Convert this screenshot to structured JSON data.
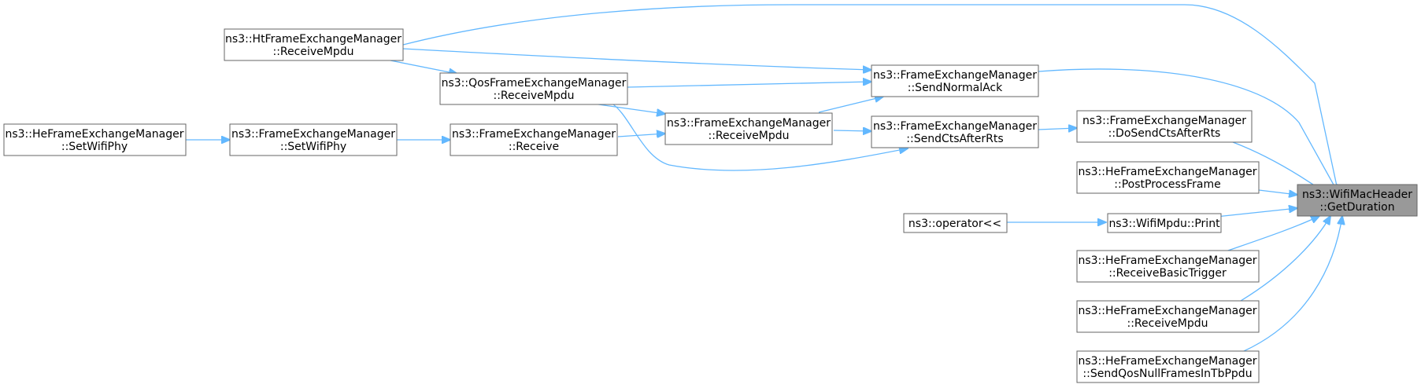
{
  "diagram": {
    "title": "",
    "nodes": {
      "get_duration": {
        "line1": "ns3::WifiMacHeader",
        "line2": "::GetDuration"
      },
      "ht_receive_mpdu": {
        "line1": "ns3::HtFrameExchangeManager",
        "line2": "::ReceiveMpdu"
      },
      "send_normal_ack": {
        "line1": "ns3::FrameExchangeManager",
        "line2": "::SendNormalAck"
      },
      "qos_receive_mpdu": {
        "line1": "ns3::QosFrameExchangeManager",
        "line2": "::ReceiveMpdu"
      },
      "fem_receive_mpdu": {
        "line1": "ns3::FrameExchangeManager",
        "line2": "::ReceiveMpdu"
      },
      "send_cts_after_rts": {
        "line1": "ns3::FrameExchangeManager",
        "line2": "::SendCtsAfterRts"
      },
      "do_send_cts_after_rts": {
        "line1": "ns3::FrameExchangeManager",
        "line2": "::DoSendCtsAfterRts"
      },
      "he_set_wifi_phy": {
        "line1": "ns3::HeFrameExchangeManager",
        "line2": "::SetWifiPhy"
      },
      "fem_set_wifi_phy": {
        "line1": "ns3::FrameExchangeManager",
        "line2": "::SetWifiPhy"
      },
      "fem_receive": {
        "line1": "ns3::FrameExchangeManager",
        "line2": "::Receive"
      },
      "he_post_process_frame": {
        "line1": "ns3::HeFrameExchangeManager",
        "line2": "::PostProcessFrame"
      },
      "operator_shift": {
        "line1": "ns3::operator<<",
        "line2": ""
      },
      "wifi_mpdu_print": {
        "line1": "ns3::WifiMpdu::Print",
        "line2": ""
      },
      "he_receive_basic_trigger": {
        "line1": "ns3::HeFrameExchangeManager",
        "line2": "::ReceiveBasicTrigger"
      },
      "he_receive_mpdu": {
        "line1": "ns3::HeFrameExchangeManager",
        "line2": "::ReceiveMpdu"
      },
      "he_send_qos_null": {
        "line1": "ns3::HeFrameExchangeManager",
        "line2": "::SendQosNullFramesInTbPpdu"
      }
    },
    "edges": [
      {
        "from": "ht_receive_mpdu",
        "to": "get_duration"
      },
      {
        "from": "ht_receive_mpdu",
        "to": "send_normal_ack"
      },
      {
        "from": "qos_receive_mpdu",
        "to": "send_normal_ack"
      },
      {
        "from": "fem_receive_mpdu",
        "to": "send_normal_ack"
      },
      {
        "from": "send_normal_ack",
        "to": "get_duration"
      },
      {
        "from": "ht_receive_mpdu",
        "to": "qos_receive_mpdu"
      },
      {
        "from": "qos_receive_mpdu",
        "to": "fem_receive_mpdu"
      },
      {
        "from": "qos_receive_mpdu",
        "to": "send_cts_after_rts"
      },
      {
        "from": "fem_receive_mpdu",
        "to": "send_cts_after_rts"
      },
      {
        "from": "send_cts_after_rts",
        "to": "do_send_cts_after_rts"
      },
      {
        "from": "do_send_cts_after_rts",
        "to": "get_duration"
      },
      {
        "from": "he_set_wifi_phy",
        "to": "fem_set_wifi_phy"
      },
      {
        "from": "fem_set_wifi_phy",
        "to": "fem_receive"
      },
      {
        "from": "fem_receive",
        "to": "fem_receive_mpdu"
      },
      {
        "from": "he_post_process_frame",
        "to": "get_duration"
      },
      {
        "from": "operator_shift",
        "to": "wifi_mpdu_print"
      },
      {
        "from": "wifi_mpdu_print",
        "to": "get_duration"
      },
      {
        "from": "he_receive_basic_trigger",
        "to": "get_duration"
      },
      {
        "from": "he_receive_mpdu",
        "to": "get_duration"
      },
      {
        "from": "he_send_qos_null",
        "to": "get_duration"
      }
    ]
  }
}
